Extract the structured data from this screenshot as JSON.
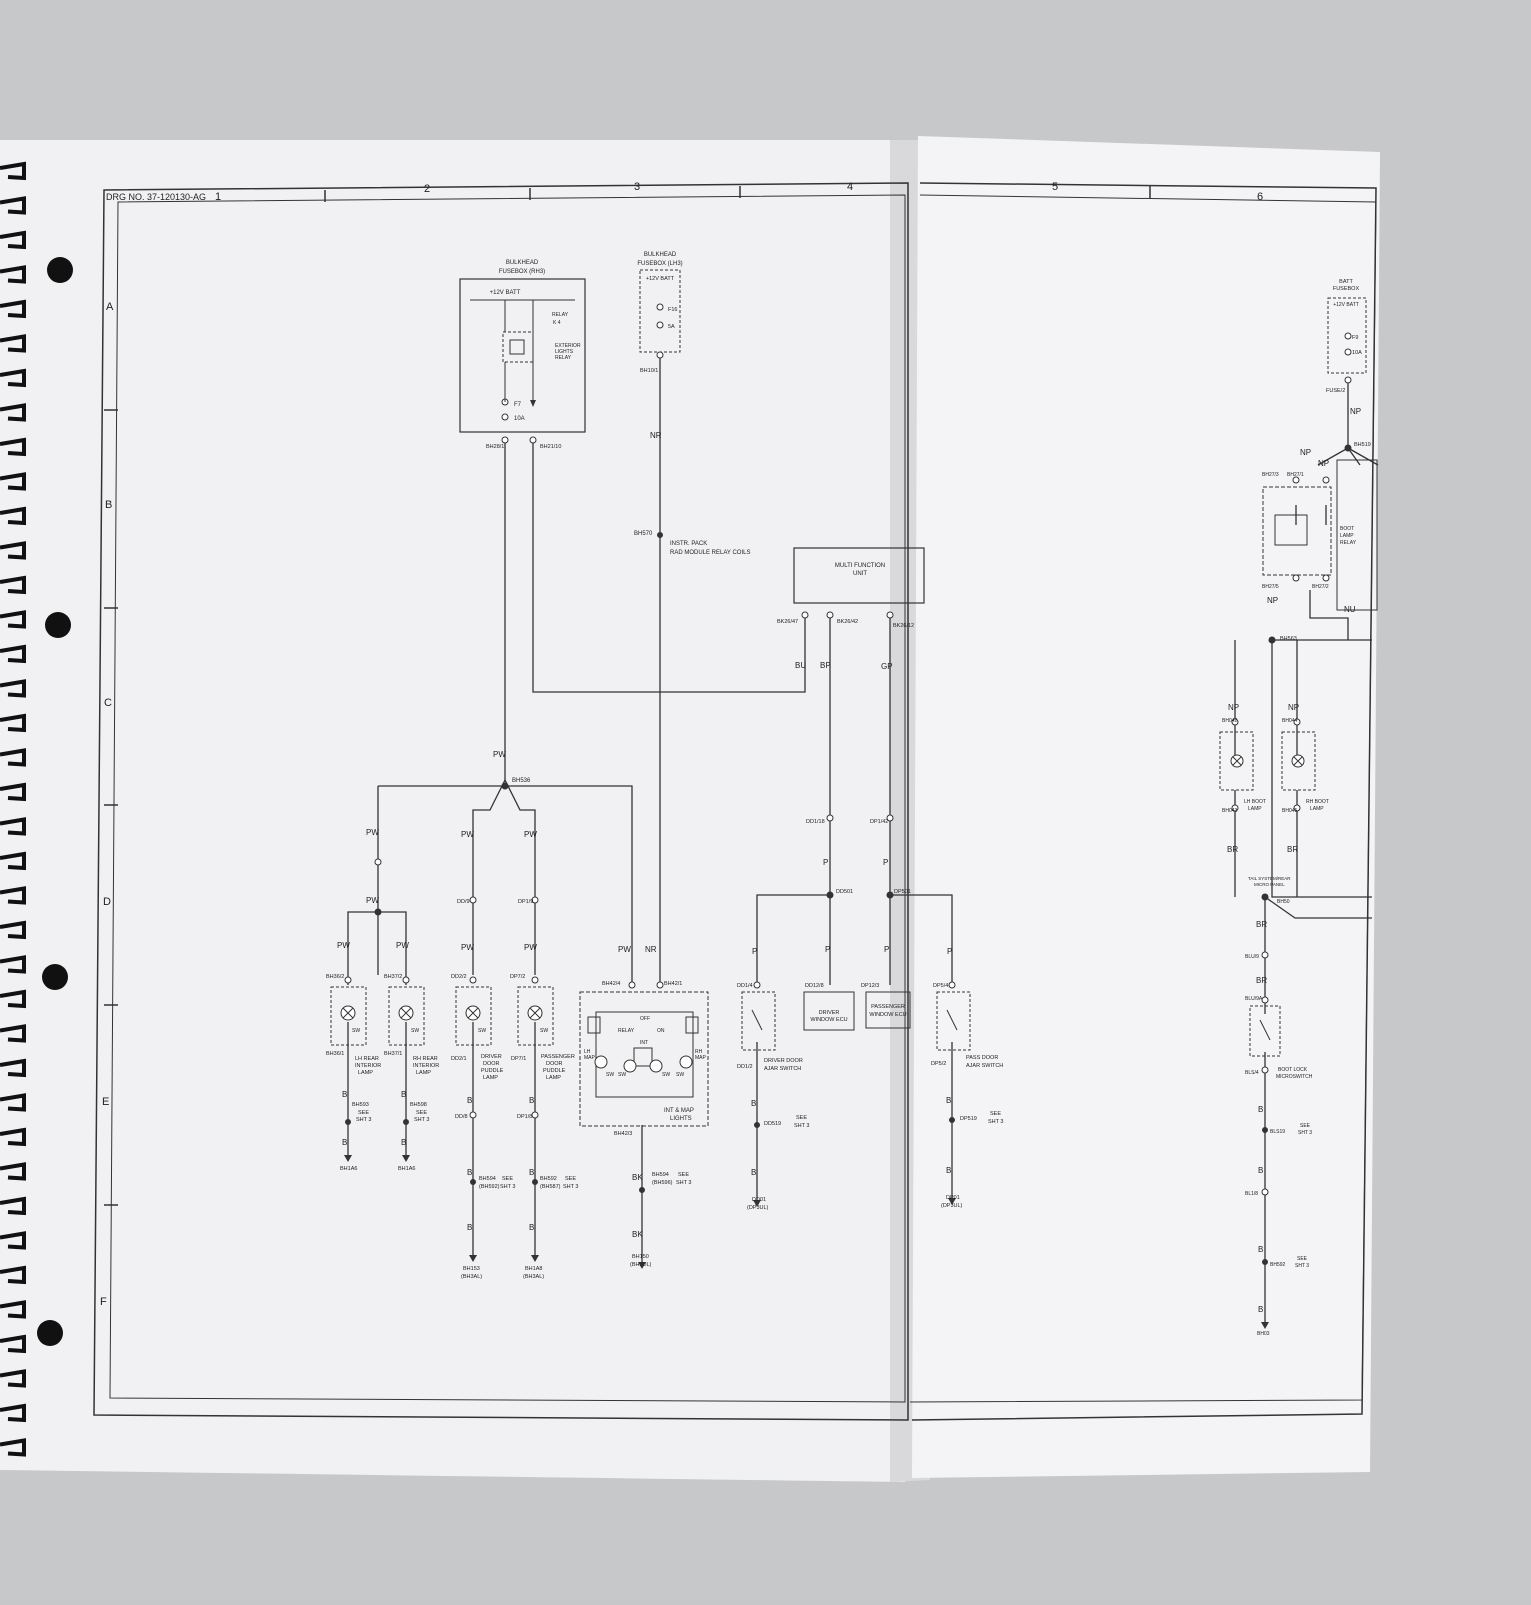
{
  "drawing_number": "DRG NO. 37-120130-AG",
  "columns": [
    "1",
    "2",
    "3",
    "4",
    "5",
    "6"
  ],
  "rows": [
    "A",
    "B",
    "C",
    "D",
    "E",
    "F"
  ],
  "components": {
    "bulkhead_fusebox_main": {
      "title1": "BULKHEAD",
      "title2": "FUSEBOX (RH3)",
      "supply": "+12V BATT",
      "relay": "RELAY",
      "relay_no": "K 4",
      "relay_name1": "EXTERIOR",
      "relay_name2": "LIGHTS",
      "relay_name3": "RELAY",
      "fuse": "F7",
      "fuse_rating": "10A",
      "pin_left": "BH28/1",
      "pin_right": "BH21/10"
    },
    "bulkhead_fusebox_2": {
      "title1": "BULKHEAD",
      "title2": "FUSEBOX (LH3)",
      "supply": "+12V BATT",
      "fuse": "F16",
      "fuse_rating": "5A",
      "pin": "BH10/1"
    },
    "instr_pack": {
      "pin": "BH570",
      "label1": "INSTR. PACK",
      "label2": "RAD MODULE RELAY COILS"
    },
    "multi_function_unit": {
      "label1": "MULTI FUNCTION",
      "label2": "UNIT",
      "pins": [
        "BK26/47",
        "BK26/42",
        "BK26/12"
      ]
    },
    "splice_main": "BH536",
    "right_fusebox": {
      "title1": "BATT",
      "title2": "FUSEBOX",
      "supply": "+12V BATT",
      "fuse": "F9",
      "fuse_rating": "10A",
      "pin": "FUSE/2"
    },
    "boot_relay": {
      "name1": "BOOT",
      "name2": "LAMP",
      "name3": "RELAY",
      "pins_top": [
        "BH27/3",
        "BH27/1"
      ],
      "pins_bottom": [
        "BH27/5",
        "BH27/2"
      ],
      "splice": "BH519"
    }
  },
  "wire_colors": {
    "pw": "PW",
    "nr": "NR",
    "bu": "BU",
    "bp": "BP",
    "gp": "GP",
    "p": "P",
    "b": "B",
    "bk": "BK",
    "np": "NP",
    "nu": "NU",
    "br": "BR"
  },
  "lamps": [
    {
      "name1": "LH REAR",
      "name2": "INTERIOR",
      "name3": "LAMP",
      "pin_top": "BH36/2",
      "pin_bot": "BH36/1",
      "splice": "BH593",
      "see": "SEE",
      "sht": "SHT 3",
      "ground": "BH1A6"
    },
    {
      "name1": "RH REAR",
      "name2": "INTERIOR",
      "name3": "LAMP",
      "pin_top": "BH37/2",
      "pin_bot": "BH37/1",
      "splice": "BH598",
      "see": "SEE",
      "sht": "SHT 3",
      "ground": "BH1A6"
    },
    {
      "name1": "DRIVER",
      "name2": "DOOR",
      "name3": "PUDDLE",
      "name4": "LAMP",
      "pin_top": "DD2/2",
      "pin_bot": "DD2/1",
      "conn_top": "DD/9",
      "conn_bot": "DD/8",
      "splice": "BH594",
      "splice2": "(BH592)",
      "see": "SEE",
      "sht": "SHT 3",
      "ground": "BH153",
      "ground2": "(BH3AL)"
    },
    {
      "name1": "PASSENGER",
      "name2": "DOOR",
      "name3": "PUDDLE",
      "name4": "LAMP",
      "pin_top": "DP7/2",
      "pin_bot": "DP7/1",
      "conn_top": "DP1/9",
      "conn_bot": "DP1/8",
      "splice": "BH592",
      "splice2": "(BH587)",
      "see": "SEE",
      "sht": "SHT 3",
      "ground": "BH1A8",
      "ground2": "(BH3AL)"
    }
  ],
  "int_map": {
    "pin_top_l": "BH42/4",
    "pin_top_r": "BH42/1",
    "pin_bot": "BH42/3",
    "lh": "LH",
    "lh2": "MAP",
    "rh": "RH",
    "rh2": "MAP",
    "sw": "SW",
    "relay": "RELAY",
    "off": "OFF",
    "on": "ON",
    "int": "INT",
    "name1": "INT & MAP",
    "name2": "LIGHTS",
    "splice": "BH594",
    "splice2": "(BH596)",
    "see": "SEE",
    "sht": "SHT 3",
    "ground": "BH150",
    "ground2": "(BH3DL)"
  },
  "door_circuit": {
    "dd_pin": "DD1/18",
    "dp_pin": "DP1/42",
    "dd_splice": "DD501",
    "dp_splice": "DP501",
    "driver_switch": {
      "pin_top": "DD1/4",
      "pin_bot": "DD1/2",
      "name1": "DRIVER DOOR",
      "name2": "AJAR SWITCH",
      "splice": "DD519",
      "see": "SEE",
      "sht": "SHT 3",
      "ground": "DD01",
      "ground2": "(DP3UL)"
    },
    "driver_ecu": {
      "pin": "DD12/8",
      "name1": "DRIVER",
      "name2": "WINDOW ECU"
    },
    "pass_ecu": {
      "pin": "DP12/3",
      "name1": "PASSENGER",
      "name2": "WINDOW ECU"
    },
    "pass_switch": {
      "pin_top": "DP5/4",
      "pin_bot": "DP5/2",
      "name1": "PASS DOOR",
      "name2": "AJAR SWITCH",
      "splice": "DP519",
      "see": "SEE",
      "sht": "SHT 3",
      "ground": "DP01",
      "ground2": "(DP3UL)"
    }
  },
  "boot_circuit": {
    "splice": "BH563",
    "lamps": [
      {
        "name1": "LH BOOT",
        "name2": "LAMP",
        "pin_top": "BH042",
        "pin_bot": "BH043"
      },
      {
        "name1": "RH BOOT",
        "name2": "LAMP",
        "pin_top": "BH044",
        "pin_bot": "BH045"
      }
    ],
    "tailgate1": "TAIL SYSTEM/REAR",
    "tailgate2": "MICRO PANEL",
    "splice_bottom": "BH50",
    "switch": {
      "pin_top": "BLU/9",
      "pin_top2": "BLU/9A",
      "pin_bot": "BLS/4",
      "name1": "BOOT LOCK",
      "name2": "MICROSWITCH"
    },
    "splice_b": "BLS19",
    "see": "SEE",
    "sht": "SHT 3",
    "pin_b2": "BL1/8",
    "splice_c": "BH592",
    "ground": "BH03"
  }
}
